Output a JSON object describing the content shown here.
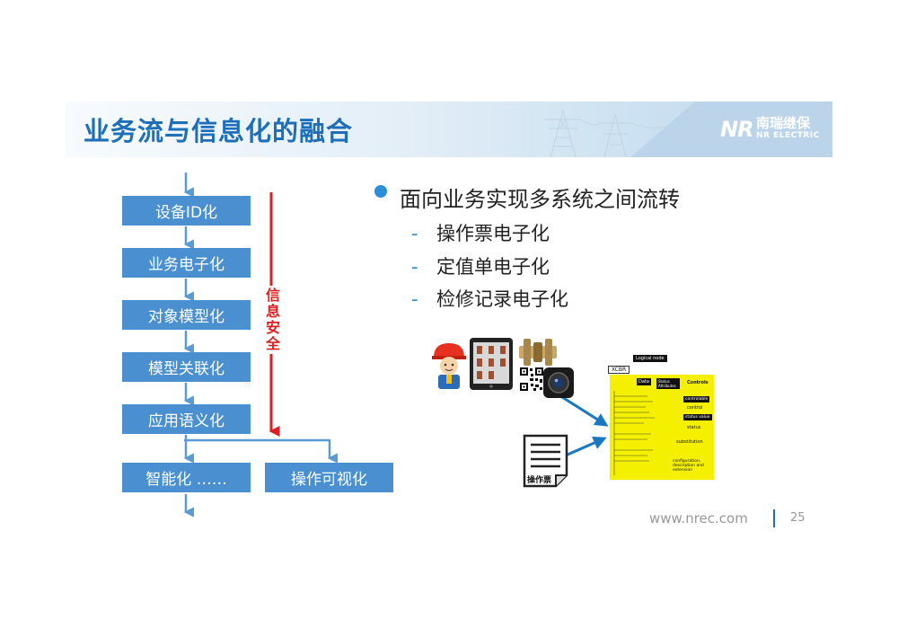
{
  "header": {
    "title": "业务流与信息化的融合",
    "logo_mark": "NR",
    "logo_cn": "南瑞继保",
    "logo_en": "NR ELECTRIC"
  },
  "flow": {
    "steps": [
      "设备ID化",
      "业务电子化",
      "对象模型化",
      "模型关联化",
      "应用语义化"
    ],
    "final_left": "智能化 ……",
    "final_right": "操作可视化",
    "side_label": "信息安全"
  },
  "bullet": {
    "main": "面向业务实现多系统之间流转",
    "dash": "-",
    "items": [
      "操作票电子化",
      "定值单电子化",
      "检修记录电子化"
    ]
  },
  "illustration": {
    "doc_label": "操作票",
    "model_title": "Logical node",
    "model_node": "XCBR",
    "model_header_controls": "Controls",
    "model_tab_data": "Data",
    "model_tab_status": "Status Attributes",
    "model_labels": [
      "controlable",
      "control",
      "status value",
      "status",
      "substitution",
      "configuration, description and extension"
    ]
  },
  "footer": {
    "url": "www.nrec.com",
    "page": "25"
  },
  "colors": {
    "title_blue": "#1f6fb8",
    "box_blue": "#4a90d0",
    "arrow_red": "#e02020",
    "bullet_blue": "#2a8fd8"
  }
}
